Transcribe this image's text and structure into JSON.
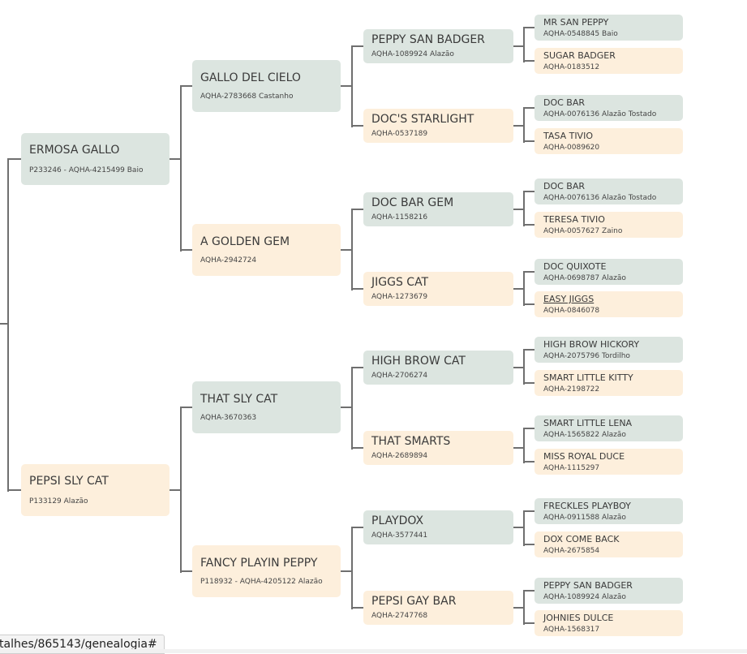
{
  "pedigree": {
    "sire": {
      "name": "ERMOSA GALLO",
      "reg": "P233246 - AQHA-4215499 Baio",
      "sire": {
        "name": "GALLO DEL CIELO",
        "reg": "AQHA-2783668 Castanho",
        "sire": {
          "name": "PEPPY SAN BADGER",
          "reg": "AQHA-1089924 Alazão",
          "sire": {
            "name": "MR SAN PEPPY",
            "reg": "AQHA-0548845 Baio"
          },
          "dam": {
            "name": "SUGAR BADGER",
            "reg": "AQHA-0183512"
          }
        },
        "dam": {
          "name": "DOC'S STARLIGHT",
          "reg": "AQHA-0537189",
          "sire": {
            "name": "DOC BAR",
            "reg": "AQHA-0076136 Alazão Tostado"
          },
          "dam": {
            "name": "TASA TIVIO",
            "reg": "AQHA-0089620"
          }
        }
      },
      "dam": {
        "name": "A GOLDEN GEM",
        "reg": "AQHA-2942724",
        "sire": {
          "name": "DOC BAR GEM",
          "reg": "AQHA-1158216",
          "sire": {
            "name": "DOC BAR",
            "reg": "AQHA-0076136 Alazão Tostado"
          },
          "dam": {
            "name": "TERESA TIVIO",
            "reg": "AQHA-0057627 Zaino"
          }
        },
        "dam": {
          "name": "JIGGS CAT",
          "reg": "AQHA-1273679",
          "sire": {
            "name": "DOC QUIXOTE",
            "reg": "AQHA-0698787 Alazão"
          },
          "dam": {
            "name": "EASY JIGGS",
            "reg": "AQHA-0846078"
          }
        }
      }
    },
    "dam": {
      "name": "PEPSI SLY CAT",
      "reg": "P133129 Alazão",
      "sire": {
        "name": "THAT SLY CAT",
        "reg": "AQHA-3670363",
        "sire": {
          "name": "HIGH BROW CAT",
          "reg": "AQHA-2706274",
          "sire": {
            "name": "HIGH BROW HICKORY",
            "reg": "AQHA-2075796 Tordilho"
          },
          "dam": {
            "name": "SMART LITTLE KITTY",
            "reg": "AQHA-2198722"
          }
        },
        "dam": {
          "name": "THAT SMARTS",
          "reg": "AQHA-2689894",
          "sire": {
            "name": "SMART LITTLE LENA",
            "reg": "AQHA-1565822 Alazão"
          },
          "dam": {
            "name": "MISS ROYAL DUCE",
            "reg": "AQHA-1115297"
          }
        }
      },
      "dam": {
        "name": "FANCY PLAYIN PEPPY",
        "reg": "P118932 - AQHA-4205122 Alazão",
        "sire": {
          "name": "PLAYDOX",
          "reg": "AQHA-3577441",
          "sire": {
            "name": "FRECKLES PLAYBOY",
            "reg": "AQHA-0911588 Alazão"
          },
          "dam": {
            "name": "DOX COME BACK",
            "reg": "AQHA-2675854"
          }
        },
        "dam": {
          "name": "PEPSI GAY BAR",
          "reg": "AQHA-2747768",
          "sire": {
            "name": "PEPPY SAN BADGER",
            "reg": "AQHA-1089924 Alazão"
          },
          "dam": {
            "name": "JOHNIES DULCE",
            "reg": "AQHA-1568317"
          }
        }
      }
    }
  },
  "status_bar": {
    "url": "talhes/865143/genealogia#"
  },
  "colors": {
    "stallion_box": "#dce5e0",
    "mare_box": "#fdefdc",
    "connector": "#6f6f6f"
  }
}
